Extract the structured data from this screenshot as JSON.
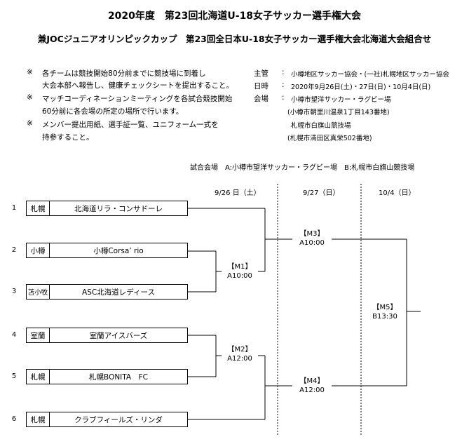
{
  "header": {
    "title": "2020年度　第23回北海道U-18女子サッカー選手権大会",
    "subtitle": "兼JOCジュニアオリンピックカップ　第23回全日本U-18女子サッカー選手権大会北海道大会組合せ"
  },
  "notes": [
    {
      "mark": "※",
      "lines": [
        "各チームは競技開始80分前までに競技場に到着し",
        "大会本部へ報告し、健康チェックシートを提出すること。"
      ]
    },
    {
      "mark": "※",
      "lines": [
        "マッチコーディネーションミーティングを各試合競技開始",
        "60分前に各会場の所定の場所で行います。"
      ]
    },
    {
      "mark": "※",
      "lines": [
        "メンバー提出用紙、選手証一覧、ユニフォーム一式を",
        "持参すること。"
      ]
    }
  ],
  "info": {
    "organizer_label": "主管",
    "organizer": "小樽地区サッカー協会・(一社)札幌地区サッカー協会",
    "date_label": "日時",
    "date": "2020年9月26日(土)・27日(日)・10月4日(日)",
    "venue_label": "会場",
    "venues": [
      "小樽市望洋サッカー・ラグビー場",
      "(小樽市朝里川温泉1丁目143番地)",
      "札幌市白旗山競技場",
      "(札幌市清田区真栄502番地)"
    ]
  },
  "venue_legend": "試合会場　A:小樽市望洋サッカー・ラグビー場　B:札幌市白旗山競技場",
  "dates": [
    "9/26 日（土）",
    "9/27（日）",
    "10/4（日）"
  ],
  "teams": [
    {
      "seed": "1",
      "region": "札幌",
      "name": "北海道リラ・コンサドーレ"
    },
    {
      "seed": "2",
      "region": "小樽",
      "name": "小樽Corsa’ rio"
    },
    {
      "seed": "3",
      "region": "苫小牧",
      "name": "ASC北海道レディース"
    },
    {
      "seed": "4",
      "region": "室蘭",
      "name": "室蘭アイスバーズ"
    },
    {
      "seed": "5",
      "region": "札幌",
      "name": "札幌BONITA　FC"
    },
    {
      "seed": "6",
      "region": "札幌",
      "name": "クラブフィールズ・リンダ"
    }
  ],
  "matches": {
    "m1": {
      "id": "【M1】",
      "slot": "A10:00"
    },
    "m2": {
      "id": "【M2】",
      "slot": "A12:00"
    },
    "m3": {
      "id": "【M3】",
      "slot": "A10:00"
    },
    "m4": {
      "id": "【M4】",
      "slot": "A12:00"
    },
    "m5": {
      "id": "【M5】",
      "slot": "B13:30"
    }
  }
}
